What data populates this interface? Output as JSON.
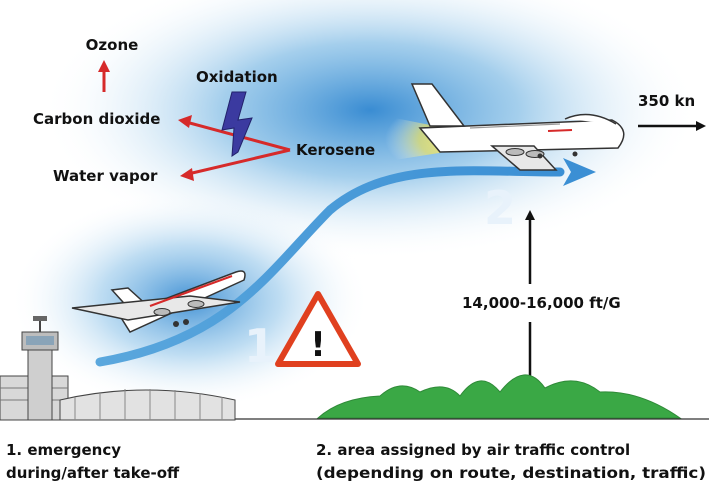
{
  "labels": {
    "ozone": "Ozone",
    "carbon_dioxide": "Carbon dioxide",
    "water_vapor": "Water vapor",
    "oxidation": "Oxidation",
    "kerosene": "Kerosene",
    "speed": "350 kn",
    "altitude": "14,000-16,000 ft/G"
  },
  "markers": {
    "phase_1": "1",
    "phase_2": "2",
    "warning": "!"
  },
  "captions": {
    "phase_1_line1": "1. emergency",
    "phase_1_line2": "during/after take-off",
    "phase_2_line1": "2. area assigned by air traffic control",
    "phase_2_line2": "(depending on route, destination, traffic)"
  },
  "colors": {
    "sky_blue": "#2f86d0",
    "path_blue": "#5aa7dd",
    "reaction_red": "#d62a2a",
    "oxidation_purple": "#3b3aa0",
    "terrain_green": "#3aa845",
    "warning_red": "#e0401f",
    "exhaust_yellow": "#ffe94d"
  }
}
